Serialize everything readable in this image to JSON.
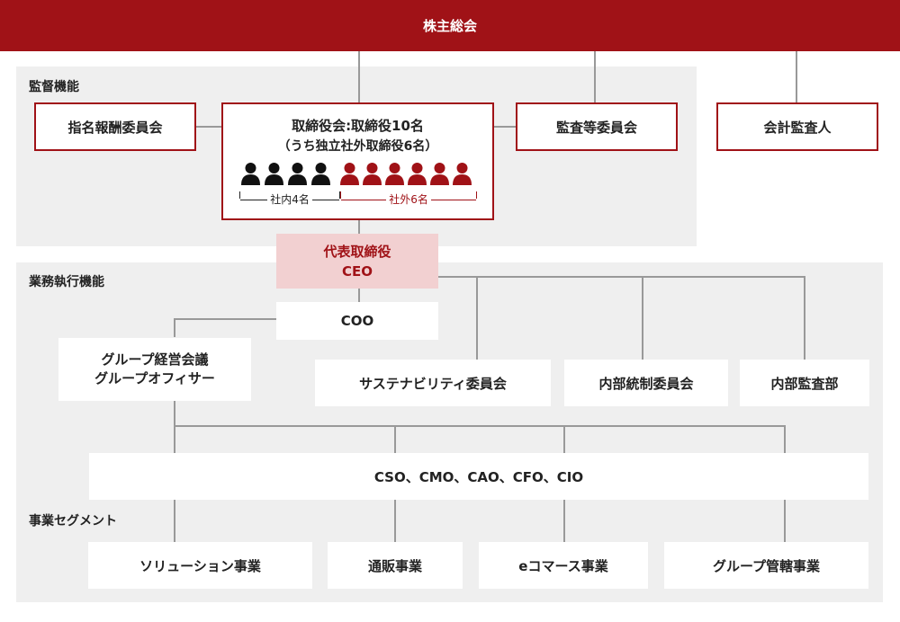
{
  "title": "株主総会",
  "supervision": {
    "label": "監督機能",
    "nomination": "指名報酬委員会",
    "audit_committee": "監査等委員会",
    "auditor": "会計監査人",
    "board": {
      "title": "取締役会:取締役10名",
      "subtitle": "（うち独立社外取締役6名）",
      "internal_label": "社内4名",
      "external_label": "社外6名",
      "internal_count": 4,
      "external_count": 6
    }
  },
  "execution": {
    "label": "業務執行機能",
    "ceo": {
      "line1": "代表取締役",
      "line2": "CEO"
    },
    "coo": "COO",
    "group": {
      "line1": "グループ経営会議",
      "line2": "グループオフィサー"
    },
    "committees": [
      "サステナビリティ委員会",
      "内部統制委員会",
      "内部監査部"
    ],
    "officers": "CSO、CMO、CAO、CFO、CIO"
  },
  "segments": {
    "label": "事業セグメント",
    "items": [
      "ソリューション事業",
      "通販事業",
      "eコマース事業",
      "グループ管轄事業"
    ]
  },
  "colors": {
    "brand": "#a01217",
    "panel": "#efefef",
    "line": "#999999",
    "ceo_bg": "#f2d0d1",
    "internal_person": "#111111",
    "external_person": "#a01217"
  }
}
